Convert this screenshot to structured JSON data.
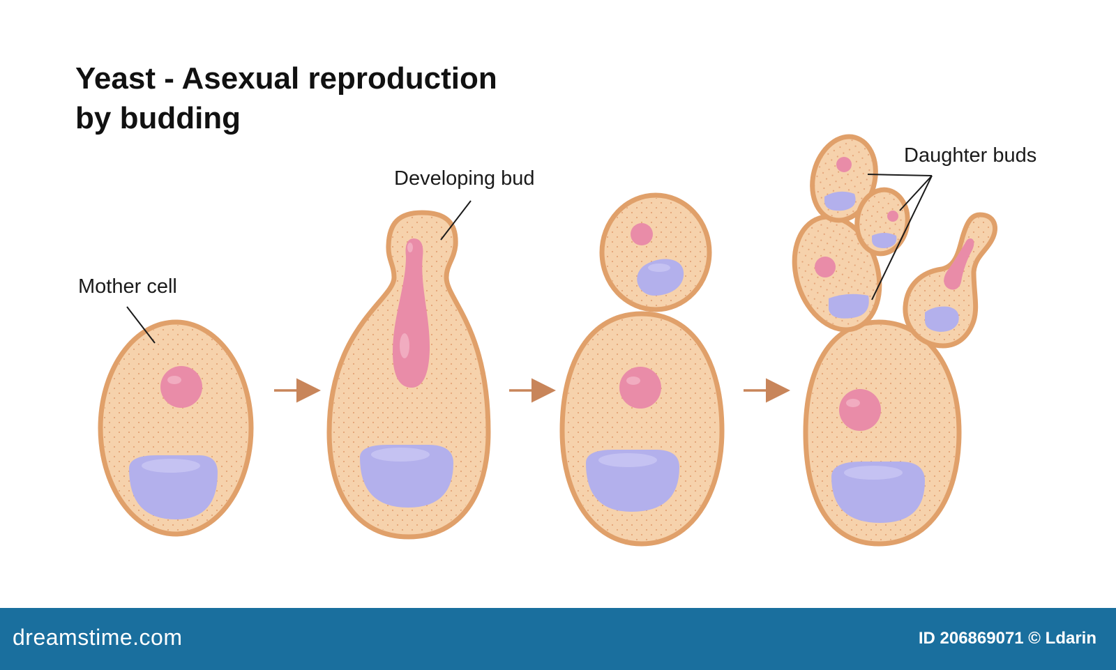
{
  "title": {
    "line1": "Yeast - Asexual reproduction",
    "line2": "by budding"
  },
  "labels": {
    "mother_cell": "Mother cell",
    "developing_bud": "Developing bud",
    "daughter_buds": "Daughter buds"
  },
  "footer": {
    "brand": "dreamstime.com",
    "stock_id": "ID 206869071 © Ldarin"
  },
  "colors": {
    "cell_fill": "#f6d2ac",
    "cell_outline": "#e0a06a",
    "nucleus": "#e98ca8",
    "vacuole": "#b3b0ec",
    "arrow": "#c8855a",
    "footer_bg": "#1a6f9e"
  }
}
